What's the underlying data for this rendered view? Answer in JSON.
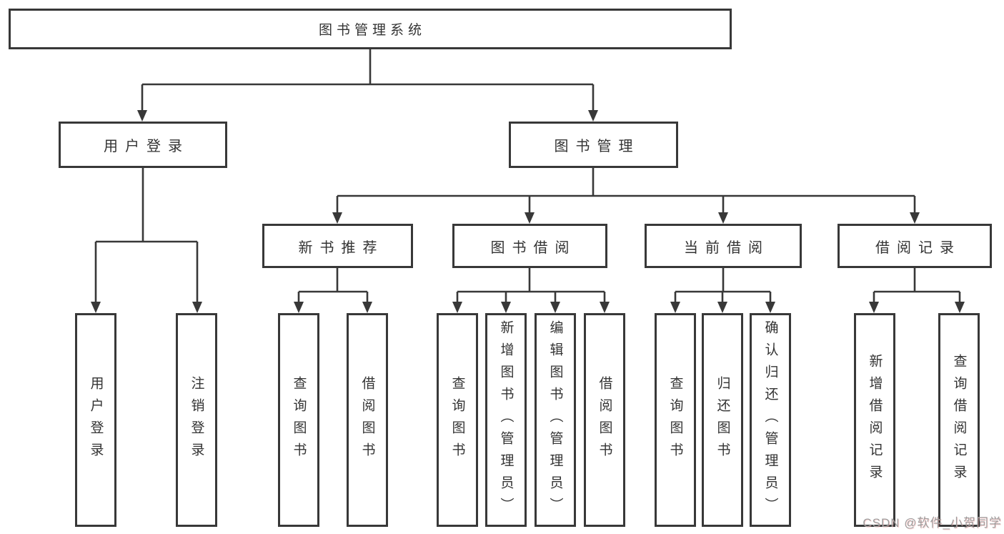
{
  "diagram": {
    "title": "图书管理系统",
    "colors": {
      "line": "#383838",
      "text": "#333333",
      "background": "#ffffff"
    },
    "level2": [
      {
        "label": "用户登录"
      },
      {
        "label": "图书管理"
      }
    ],
    "level3": [
      {
        "label": "新书推荐",
        "parent": "图书管理"
      },
      {
        "label": "图书借阅",
        "parent": "图书管理"
      },
      {
        "label": "当前借阅",
        "parent": "图书管理"
      },
      {
        "label": "借阅记录",
        "parent": "图书管理"
      }
    ],
    "leaves": [
      {
        "label": "用户登录",
        "parent": "用户登录"
      },
      {
        "label": "注销登录",
        "parent": "用户登录"
      },
      {
        "label": "查询图书",
        "parent": "新书推荐"
      },
      {
        "label": "借阅图书",
        "parent": "新书推荐"
      },
      {
        "label": "查询图书",
        "parent": "图书借阅"
      },
      {
        "label": "新增图书（管理员）",
        "parent": "图书借阅"
      },
      {
        "label": "编辑图书（管理员）",
        "parent": "图书借阅"
      },
      {
        "label": "借阅图书",
        "parent": "图书借阅"
      },
      {
        "label": "查询图书",
        "parent": "当前借阅"
      },
      {
        "label": "归还图书",
        "parent": "当前借阅"
      },
      {
        "label": "确认归还（管理员）",
        "parent": "当前借阅"
      },
      {
        "label": "新增借阅记录",
        "parent": "借阅记录"
      },
      {
        "label": "查询借阅记录",
        "parent": "借阅记录"
      }
    ]
  },
  "watermark": {
    "text": "CSDN @软件_小贺同学"
  }
}
